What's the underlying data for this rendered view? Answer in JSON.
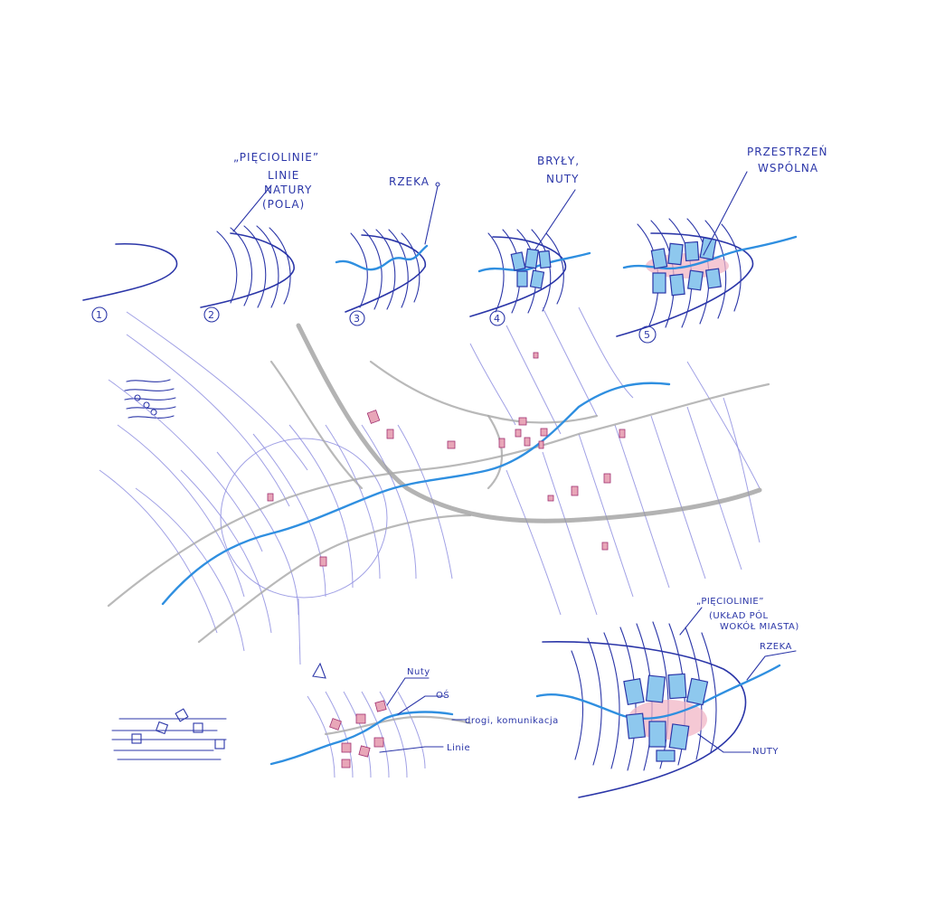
{
  "labels": {
    "piecolinie_top": "„PIĘCIOLINIE”",
    "linie_natury_1": "LINIE",
    "linie_natury_2": "NATURY",
    "linie_natury_3": "(POLA)",
    "rzeka_top": "RZEKA",
    "bryly_1": "BRYŁY,",
    "bryly_2": "NUTY",
    "przestrzen_1": "PRZESTRZEŃ",
    "przestrzen_2": "WSPÓLNA",
    "step_1": "1",
    "step_2": "2",
    "step_3": "3",
    "step_4": "4",
    "step_5": "5",
    "nuty_small": "Nuty",
    "os": "OŚ",
    "drogi": "drogi, komunikacja",
    "linie_small": "Linie",
    "piecolinie_bottom": "„PIĘCIOLINIE”",
    "uklad_1": "(UKŁAD PÓL",
    "uklad_2": "WOKÓŁ MIASTA)",
    "rzeka_bottom": "RZEKA",
    "nuty_bottom": "NUTY"
  },
  "colors": {
    "ink": "#2b36a8",
    "river": "#2f8fe0",
    "road": "#9a9a9a",
    "house": "#e8a6b8",
    "block": "#8ec8ee"
  }
}
